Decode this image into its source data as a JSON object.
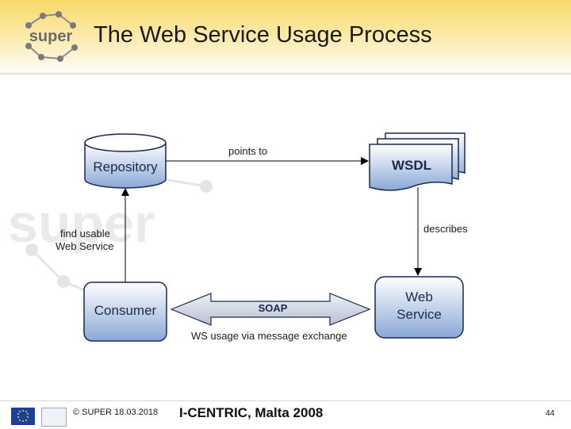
{
  "header": {
    "logo_text": "super",
    "title": "The Web Service Usage Process"
  },
  "diagram": {
    "nodes": {
      "repository": "Repository",
      "wsdl": "WSDL",
      "consumer": "Consumer",
      "web_service": [
        "Web",
        "Service"
      ],
      "soap": "SOAP"
    },
    "edges": {
      "points_to": "points to",
      "describes": "describes",
      "find_usable": [
        "find usable",
        "Web Service"
      ],
      "ws_usage": "WS usage via message exchange"
    },
    "colors": {
      "node_fill_top": "#ffffff",
      "node_fill_bottom": "#8aa8d6",
      "node_stroke": "#1a2a4f",
      "node_text": "#1a2a4f",
      "arrow_fill": "#c9d1df",
      "header_band": "#f6d96a"
    }
  },
  "footer": {
    "copyright": "© SUPER 18.03.2018",
    "event": "I-CENTRIC, Malta 2008",
    "page_number": "44"
  }
}
